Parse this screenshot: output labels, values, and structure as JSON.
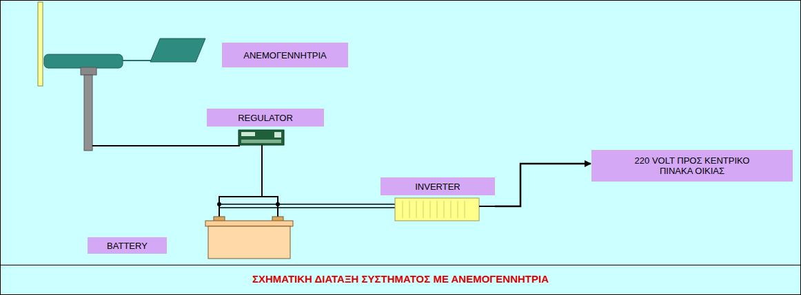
{
  "diagram": {
    "caption": "ΣΧΗΜΑΤΙΚΗ ΔΙΑΤΑΞΗ ΣΥΣΤΗΜΑΤΟΣ ΜΕ ΑΝΕΜΟΓΕΝΝΗΤΡΙΑ",
    "nodes": [
      {
        "text": [
          "ΑΝΕΜΟΓΕΝΝΗΤΡΙΑ"
        ]
      },
      {
        "text": [
          "REGULATOR"
        ]
      },
      {
        "text": [
          "220 VOLT ΠΡΟΣ ΚΕΝΤΡΙΚΟ ΠΙΝΑΚΑ ΟΙΚΙΑΣ"
        ]
      },
      {
        "text": [
          "INVERTER"
        ]
      },
      {
        "text": [
          "BATTERY"
        ]
      }
    ],
    "edges": [
      {
        "from": 3,
        "to": 2,
        "arrow": "to"
      }
    ]
  }
}
